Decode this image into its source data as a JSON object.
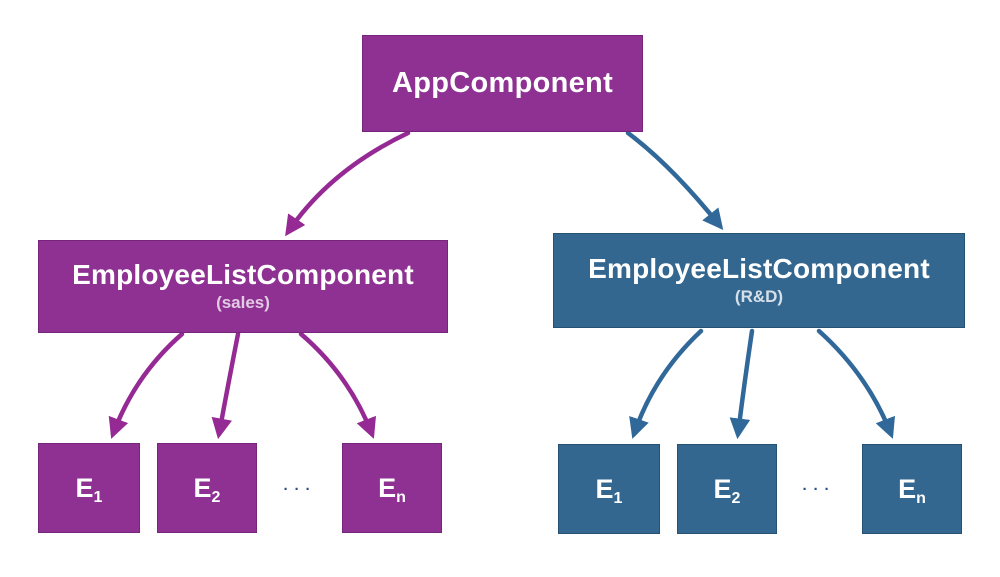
{
  "colors": {
    "purple_box": "#8e3192",
    "purple_arrow": "#962a94",
    "blue_box": "#336790",
    "blue_arrow": "#31689a",
    "ellipsis_dots": "#2d4f86",
    "label_text": "#ffffff",
    "background": "#ffffff"
  },
  "tree": {
    "root": {
      "label": "AppComponent"
    },
    "branches": [
      {
        "label": "EmployeeListComponent",
        "sublabel": "(sales)",
        "theme": "purple",
        "ellipsis": "···",
        "children": [
          {
            "base": "E",
            "sub": "1"
          },
          {
            "base": "E",
            "sub": "2"
          },
          {
            "base": "E",
            "sub": "n"
          }
        ]
      },
      {
        "label": "EmployeeListComponent",
        "sublabel": "(R&D)",
        "theme": "blue",
        "ellipsis": "···",
        "children": [
          {
            "base": "E",
            "sub": "1"
          },
          {
            "base": "E",
            "sub": "2"
          },
          {
            "base": "E",
            "sub": "n"
          }
        ]
      }
    ]
  }
}
